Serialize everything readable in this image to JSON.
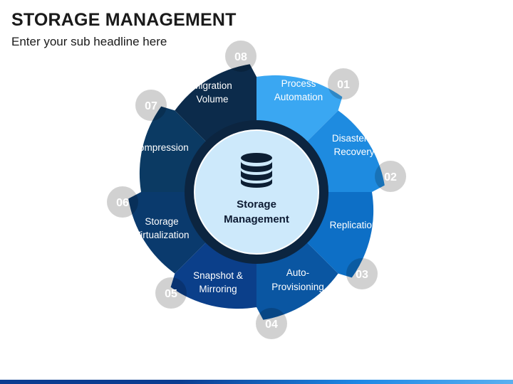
{
  "header": {
    "title": "STORAGE MANAGEMENT",
    "subtitle": "Enter your sub headline here"
  },
  "center": {
    "label_line1": "Storage",
    "label_line2": "Management",
    "icon": "database-icon"
  },
  "segments": [
    {
      "number": "01",
      "line1": "Process",
      "line2": "Automation",
      "color": "#3aa7f2"
    },
    {
      "number": "02",
      "line1": "Disaster &",
      "line2": "Recovery",
      "color": "#1e8be0"
    },
    {
      "number": "03",
      "line1": "Replication",
      "line2": "",
      "color": "#0d6fc6"
    },
    {
      "number": "04",
      "line1": "Auto-",
      "line2": "Provisioning",
      "color": "#0a56a2"
    },
    {
      "number": "05",
      "line1": "Snapshot &",
      "line2": "Mirroring",
      "color": "#0b3f8a"
    },
    {
      "number": "06",
      "line1": "Storage",
      "line2": "Virtualization",
      "color": "#0a3a6d"
    },
    {
      "number": "07",
      "line1": "Compression",
      "line2": "",
      "color": "#0b3a63"
    },
    {
      "number": "08",
      "line1": "Migration",
      "line2": "Volume",
      "color": "#0c2b4b"
    }
  ],
  "colors": {
    "center_fill": "#cde9fb",
    "ring": "#0c2540"
  }
}
